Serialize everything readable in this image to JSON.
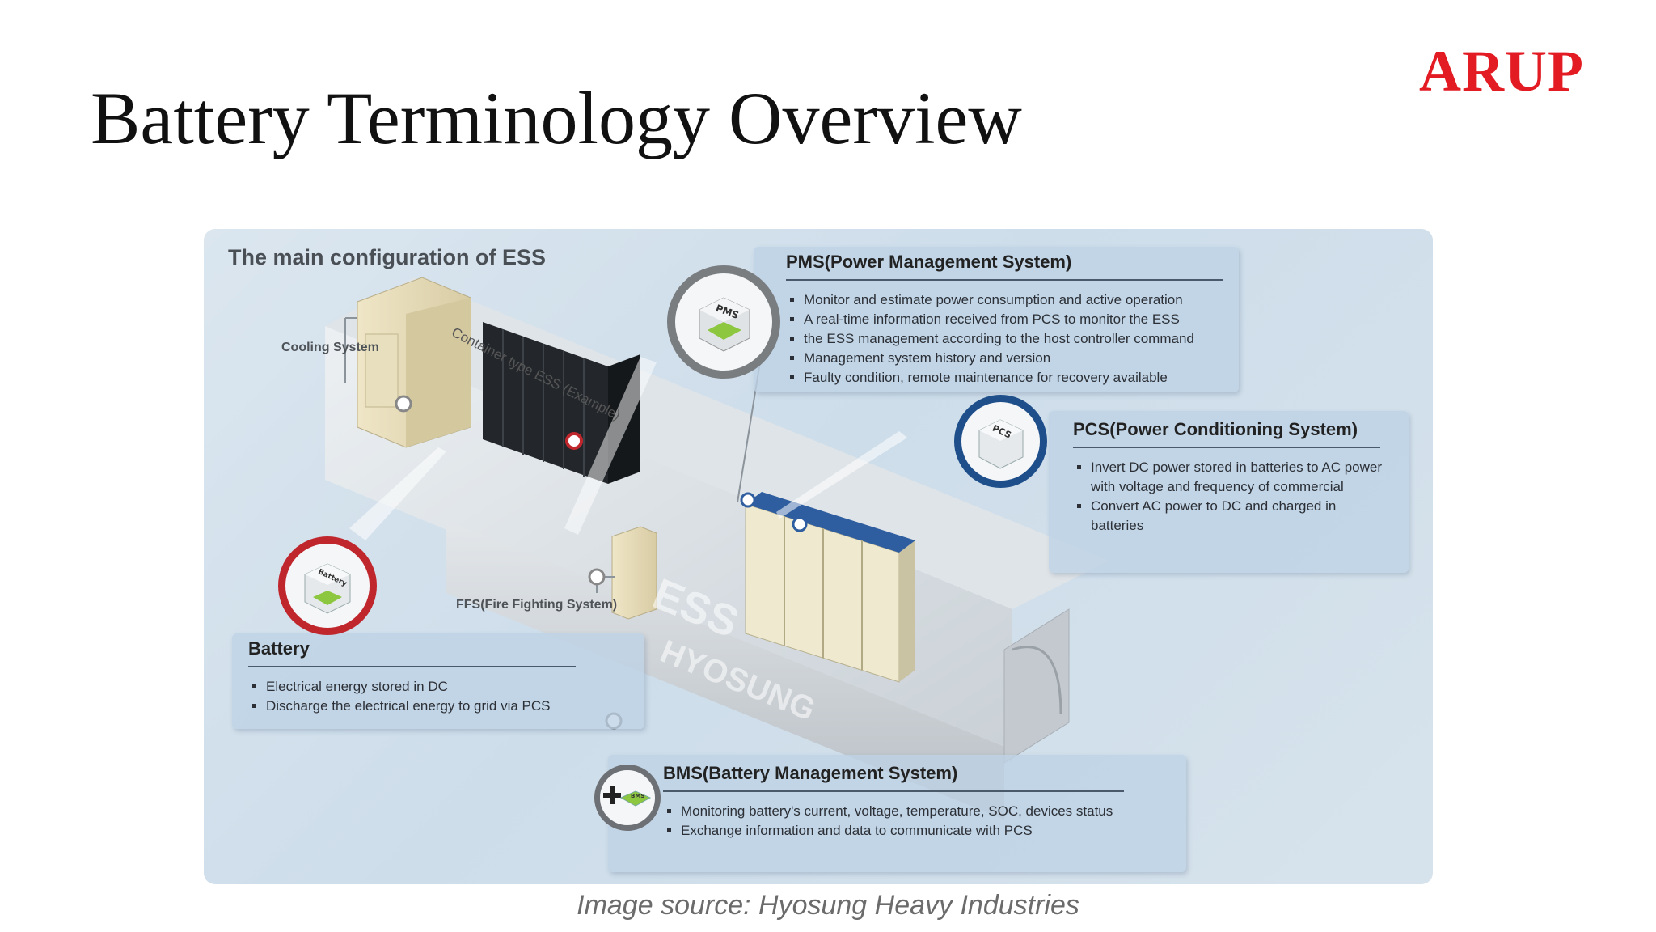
{
  "slide": {
    "title": "Battery Terminology Overview",
    "logo": "ARUP",
    "caption": "Image source: Hyosung Heavy Industries"
  },
  "diagram": {
    "title": "The main configuration of ESS",
    "container_label": "Container type ESS (Example)",
    "cooling_label": "Cooling System",
    "ffs_label": "FFS(Fire Fighting System)",
    "watermark_ess": "ESS",
    "watermark_brand": "HYOSUNG",
    "pms": {
      "title": "PMS(Power Management System)",
      "icon_text": "PMS",
      "items": [
        "Monitor and estimate power consumption and active operation",
        "A real-time information received from PCS to monitor the ESS",
        "the ESS management according to the host controller command",
        "Management system history and version",
        "Faulty condition, remote maintenance for recovery available"
      ]
    },
    "pcs": {
      "title": "PCS(Power Conditioning System)",
      "icon_text": "PCS",
      "items": [
        "Invert DC power stored in batteries to AC power with voltage and frequency of commercial",
        "Convert AC power to DC and charged in batteries"
      ]
    },
    "battery": {
      "title": "Battery",
      "icon_text": "Battery",
      "items": [
        "Electrical energy stored in DC",
        "Discharge the electrical energy to grid via PCS"
      ]
    },
    "bms": {
      "title": "BMS(Battery Management System)",
      "icon_text": "BMS",
      "items": [
        "Monitoring battery's current, voltage, temperature, SOC, devices status",
        "Exchange information and data to communicate with PCS"
      ]
    },
    "colors": {
      "logo": "#e31b23",
      "battery_ring": "#c0272d",
      "pcs_ring": "#1f4f8a",
      "pms_ring": "#777777",
      "panel": "#bed2e6"
    }
  }
}
